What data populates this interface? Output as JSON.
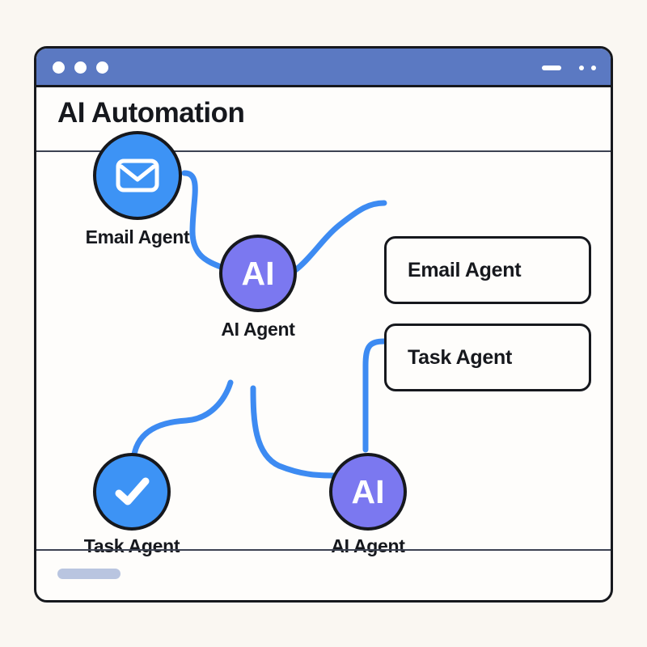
{
  "window": {
    "titlebar": {
      "traffic_lights": [
        "close",
        "minimize",
        "maximize"
      ],
      "minimize_label": "minimize",
      "menu_label": "more-options"
    },
    "title": "AI Automation",
    "background_color": "#fefdfb",
    "titlebar_color": "#5b79c2",
    "border_color": "#16181d"
  },
  "page": {
    "background_color": "#faf7f2"
  },
  "diagram": {
    "nodes": [
      {
        "id": "email-agent-node",
        "label": "Email Agent",
        "icon": "envelope-icon",
        "shape": "circle",
        "color": "#3d93f5"
      },
      {
        "id": "ai-agent-node-center",
        "label": "AI Agent",
        "icon": "ai-text",
        "text": "AI",
        "shape": "circle",
        "color": "#7b78f0"
      },
      {
        "id": "task-agent-node",
        "label": "Task Agent",
        "icon": "check-icon",
        "shape": "circle",
        "color": "#3d93f5"
      },
      {
        "id": "ai-agent-node-bottom",
        "label": "AI Agent",
        "icon": "ai-text",
        "text": "AI",
        "shape": "circle",
        "color": "#7b78f0"
      }
    ],
    "cards": [
      {
        "id": "email-agent-card",
        "label": "Email Agent"
      },
      {
        "id": "task-agent-card",
        "label": "Task Agent"
      }
    ],
    "edge_color": "#3d8bf2",
    "edges": [
      {
        "from": "email-agent-node",
        "to": "ai-agent-node-center"
      },
      {
        "from": "ai-agent-node-center",
        "to": "email-agent-card"
      },
      {
        "from": "task-agent-node",
        "to": "ai-agent-node-center"
      },
      {
        "from": "ai-agent-node-center",
        "to": "ai-agent-node-bottom"
      },
      {
        "from": "task-agent-card",
        "to": "ai-agent-node-bottom"
      }
    ]
  },
  "footer": {
    "handle_label": "scroll-handle",
    "handle_color": "#b9c5e0"
  }
}
